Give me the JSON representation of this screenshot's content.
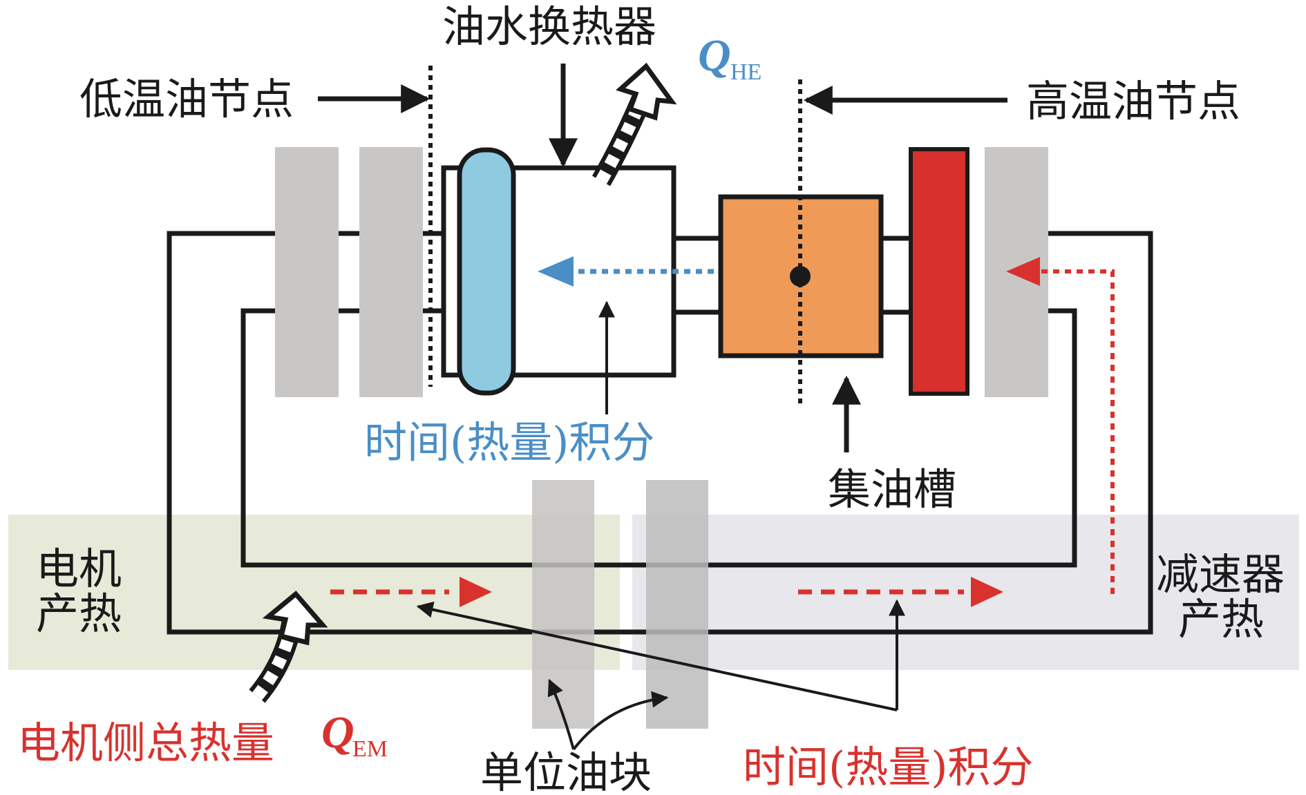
{
  "labels": {
    "oil_water_hx": "油水换热器",
    "low_temp_node": "低温油节点",
    "high_temp_node": "高温油节点",
    "sump": "集油槽",
    "motor_heat_line1": "电机",
    "motor_heat_line2": "产热",
    "reducer_heat_line1": "减速器",
    "reducer_heat_line2": "产热",
    "unit_oil_block": "单位油块",
    "time_integral_blue": "时间(热量)积分",
    "time_integral_red": "时间(热量)积分",
    "motor_total_heat": "电机侧总热量",
    "q_he_symbol": "Q",
    "q_he_sub": "HE",
    "q_em_symbol": "Q",
    "q_em_sub": "EM"
  },
  "colors": {
    "blue_text": "#4a8ec6",
    "red_text": "#d8322e",
    "line": "#1a1a1a",
    "grey_block": "#c9c7c6",
    "hx_blue": "#8ecae0",
    "sump_orange": "#ef9a57",
    "heater_red": "#d8302c",
    "motor_zone": "#e8ead9",
    "reducer_zone": "#e7e7ec"
  }
}
